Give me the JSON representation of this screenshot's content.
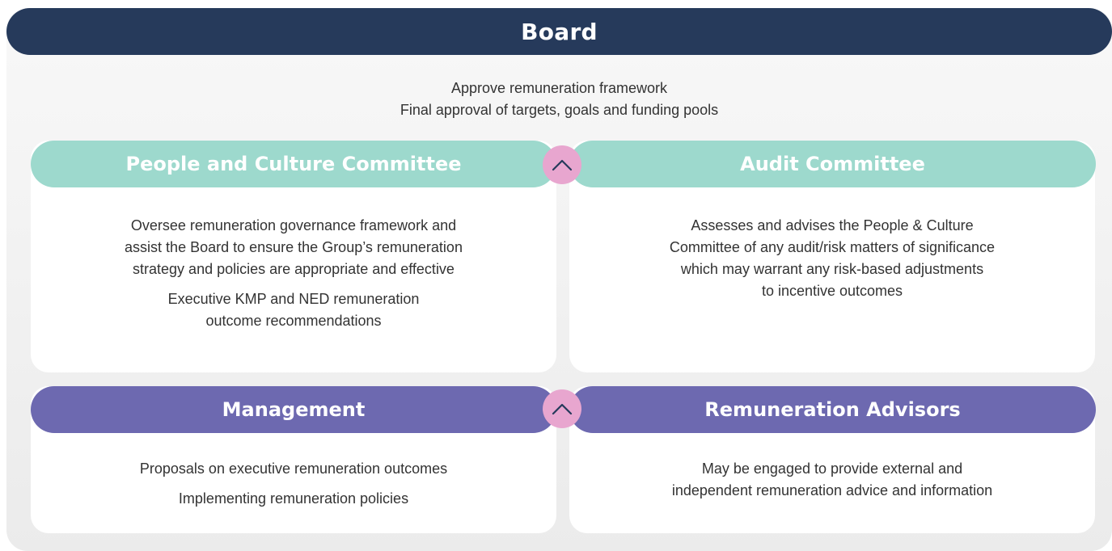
{
  "board": {
    "title": "Board",
    "lines": [
      "Approve remuneration framework",
      "Final approval of targets, goals and funding pools"
    ]
  },
  "people_culture": {
    "title": "People and Culture Committee",
    "paragraphs": [
      "Oversee remuneration governance framework and\nassist the Board to ensure the Group’s remuneration\nstrategy and policies are appropriate and effective",
      "Executive KMP and NED remuneration\noutcome recommendations"
    ]
  },
  "audit": {
    "title": "Audit Committee",
    "paragraphs": [
      "Assesses and advises the People & Culture\nCommittee of any audit/risk matters of significance\nwhich may warrant any risk-based adjustments\nto incentive outcomes"
    ]
  },
  "management": {
    "title": "Management",
    "lines": [
      "Proposals on executive remuneration outcomes",
      "Implementing remuneration policies"
    ]
  },
  "advisors": {
    "title": "Remuneration Advisors",
    "paragraphs": [
      "May be engaged to provide external and\nindependent remuneration advice and information"
    ]
  },
  "icons": {
    "connector": "chevron-up-icon"
  },
  "colors": {
    "board": "#263a5b",
    "committee_pill": "#9dd9cd",
    "management_pill": "#6d69b0",
    "connector_circle": "#e8a6cf",
    "chevron": "#263a5b"
  }
}
